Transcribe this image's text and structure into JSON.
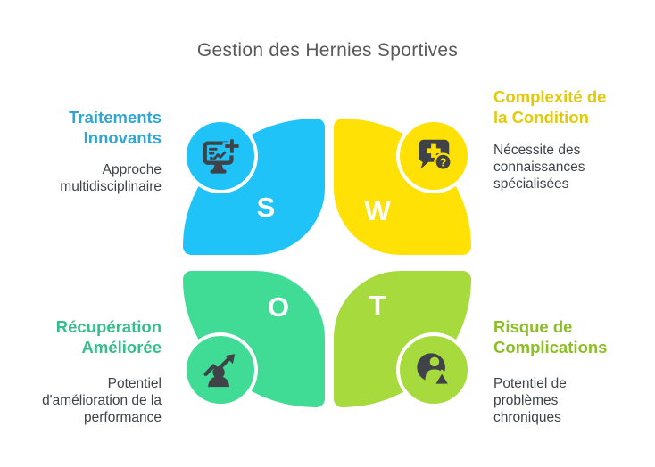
{
  "title": "Gestion des Hernies Sportives",
  "quadrants": [
    {
      "letter": "S",
      "name": "strengths",
      "petal_color": "#1FC3F7",
      "heading": "Traitements\nInnovants",
      "heading_color": "#2EA7D4",
      "description": "Approche\nmultidisciplinaire",
      "icon": "monitor-chart-plus-icon"
    },
    {
      "letter": "W",
      "name": "weaknesses",
      "petal_color": "#FFE106",
      "heading": "Complexité de\nla Condition",
      "heading_color": "#E2CA0B",
      "description": "Nécessite des\nconnaissances\nspécialisées",
      "icon": "medical-question-chat-icon"
    },
    {
      "letter": "O",
      "name": "opportunities",
      "petal_color": "#40DC95",
      "heading": "Récupération\nAméliorée",
      "heading_color": "#35BE8B",
      "description": "Potentiel\nd'amélioration de la\nperformance",
      "icon": "growth-person-arrow-icon"
    },
    {
      "letter": "T",
      "name": "threats",
      "petal_color": "#A6DA3D",
      "heading": "Risque de\nComplications",
      "heading_color": "#8BBE27",
      "description": "Potentiel de\nproblèmes\nchroniques",
      "icon": "user-warning-icon"
    }
  ],
  "colors": {
    "background": "#FFFFFF",
    "title_text": "#58595B",
    "body_text": "#3F4347",
    "icon_glyph": "#3F4347",
    "circle_ring": "#FFFFFF"
  }
}
